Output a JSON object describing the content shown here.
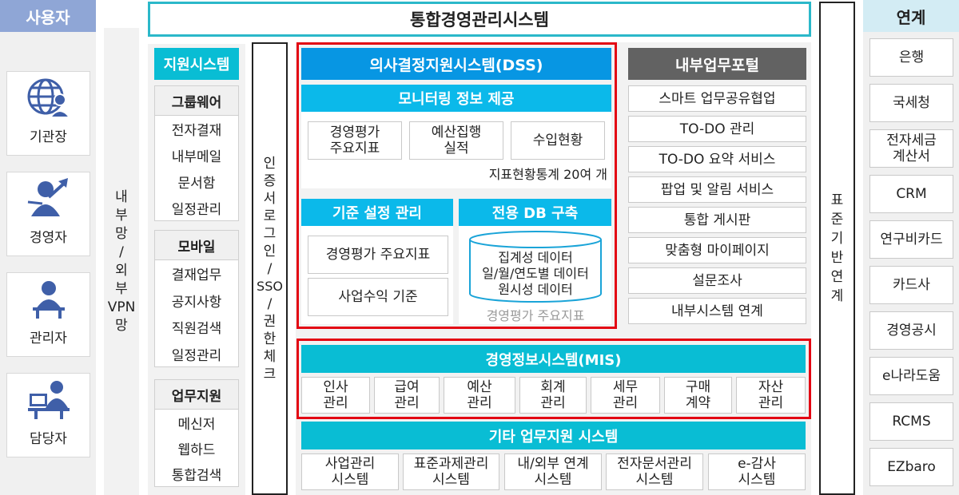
{
  "users": {
    "header": "사용자",
    "items": [
      {
        "label": "기관장",
        "icon": "globe-person-icon"
      },
      {
        "label": "경영자",
        "icon": "person-growth-icon"
      },
      {
        "label": "관리자",
        "icon": "person-desk-icon"
      },
      {
        "label": "담당자",
        "icon": "person-computer-icon"
      }
    ]
  },
  "network_chars": [
    "내",
    "부",
    "망",
    "/",
    "외",
    "부",
    "VPN",
    "망"
  ],
  "title": "통합경영관리시스템",
  "support": {
    "header": "지원시스템",
    "groupware": {
      "title": "그룹웨어",
      "items": [
        "전자결재",
        "내부메일",
        "문서함",
        "일정관리"
      ]
    },
    "mobile": {
      "title": "모바일",
      "items": [
        "결재업무",
        "공지사항",
        "직원검색",
        "일정관리"
      ]
    },
    "work": {
      "title": "업무지원",
      "items": [
        "메신저",
        "웹하드",
        "통합검색"
      ]
    }
  },
  "sso_chars": [
    "인",
    "증",
    "서",
    "로",
    "그",
    "인",
    "/",
    "SSO",
    "/",
    "권",
    "한",
    "체",
    "크"
  ],
  "dss": {
    "title": "의사결정지원시스템(DSS)",
    "monitoring": {
      "title": "모니터링 정보 제공",
      "items": [
        "경영평가\n주요지표",
        "예산집행\n실적",
        "수입현황"
      ],
      "note": "지표현황통계 20여 개"
    },
    "criteria": {
      "title": "기준 설정 관리",
      "items": [
        "경영평가 주요지표",
        "사업수익 기준"
      ]
    },
    "db": {
      "title": "전용 DB 구축",
      "lines": "집계성 데이터\n일/월/연도별 데이터\n원시성 데이터",
      "caption": "경영평가 주요지표"
    }
  },
  "portal": {
    "title": "내부업무포털",
    "items": [
      "스마트 업무공유협업",
      "TO-DO 관리",
      "TO-DO 요약 서비스",
      "팝업 및 알림 서비스",
      "통합 게시판",
      "맞춤형 마이페이지",
      "설문조사",
      "내부시스템 연계"
    ]
  },
  "mis": {
    "title": "경영정보시스템(MIS)",
    "items": [
      "인사\n관리",
      "급여\n관리",
      "예산\n관리",
      "회계\n관리",
      "세무\n관리",
      "구매\n계약",
      "자산\n관리"
    ]
  },
  "etc": {
    "title": "기타 업무지원 시스템",
    "items": [
      "사업관리\n시스템",
      "표준과제관리\n시스템",
      "내/외부 연계\n시스템",
      "전자문서관리\n시스템",
      "e-감사\n시스템"
    ]
  },
  "std_chars": [
    "표",
    "준",
    "기",
    "반",
    "연",
    "계"
  ],
  "links": {
    "header": "연계",
    "items": [
      "은행",
      "국세청",
      "전자세금\n계산서",
      "CRM",
      "연구비카드",
      "카드사",
      "경영공시",
      "e나라도움",
      "RCMS",
      "EZbaro"
    ]
  },
  "colors": {
    "users_header": "#8fa6d6",
    "support_header": "#09bdd4",
    "dss_header": "#0796e3",
    "sky": "#0bb9ea",
    "portal_header": "#626262",
    "highlight": "#e30613",
    "links_header": "#d3ecf4"
  }
}
